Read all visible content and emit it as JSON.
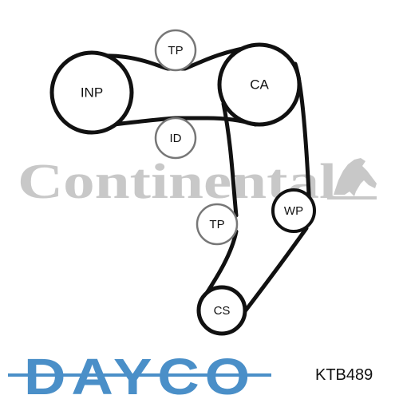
{
  "watermark": {
    "text": "Continental"
  },
  "diagram": {
    "pulleys": {
      "inp": "INP",
      "ca": "CA",
      "tp_top": "TP",
      "id": "ID",
      "tp_mid": "TP",
      "wp": "WP",
      "cs": "CS"
    }
  },
  "footer": {
    "brand": "DAYCO",
    "part_code": "KTB489"
  },
  "colors": {
    "belt": "#111111",
    "watermark": "#c8c8c8",
    "brand": "#4a8fc8"
  }
}
